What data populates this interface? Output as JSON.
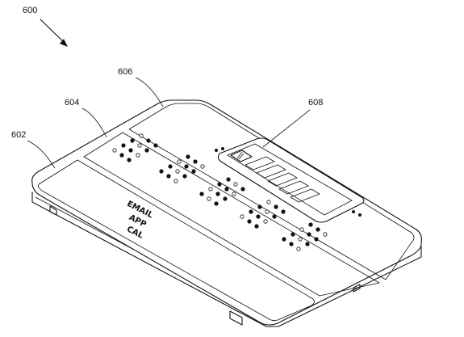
{
  "figure": {
    "figure_number": "600",
    "references": {
      "ref_602": "602",
      "ref_604": "604",
      "ref_606": "606",
      "ref_608": "608"
    },
    "panel_text": {
      "line1": "EMAIL",
      "line2": "APP",
      "line3": "CAL"
    },
    "color": "#111111"
  }
}
